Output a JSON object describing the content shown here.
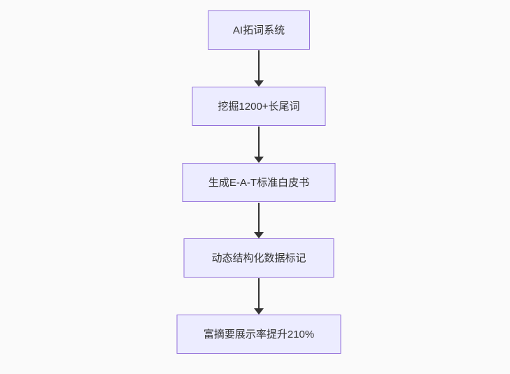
{
  "diagram": {
    "type": "flowchart",
    "direction": "top-down",
    "nodes": [
      {
        "id": "n1",
        "label": "AI拓词系统"
      },
      {
        "id": "n2",
        "label": "挖掘1200+长尾词"
      },
      {
        "id": "n3",
        "label": "生成E-A-T标准白皮书"
      },
      {
        "id": "n4",
        "label": "动态结构化数据标记"
      },
      {
        "id": "n5",
        "label": "富摘要展示率提升210%"
      }
    ],
    "edges": [
      {
        "from": "n1",
        "to": "n2",
        "style": "arrow-down"
      },
      {
        "from": "n2",
        "to": "n3",
        "style": "arrow-down"
      },
      {
        "from": "n3",
        "to": "n4",
        "style": "arrow-down"
      },
      {
        "from": "n4",
        "to": "n5",
        "style": "arrow-down"
      }
    ],
    "colors": {
      "background": "#fafafa",
      "node_fill": "#ECECFF",
      "node_border": "#9370DB",
      "node_text": "#333333",
      "arrow": "#333333"
    }
  }
}
